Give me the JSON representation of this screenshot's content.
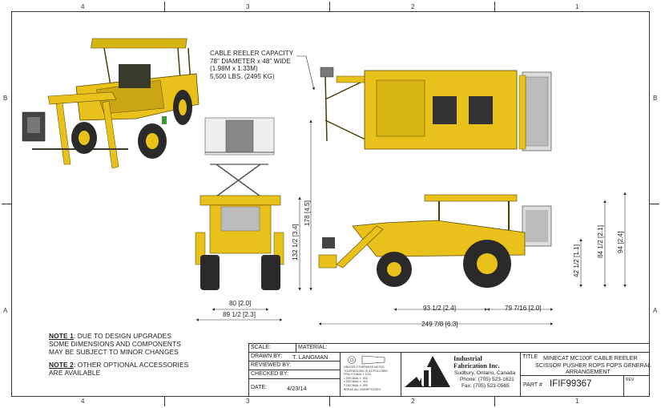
{
  "zones": {
    "top": [
      "4",
      "3",
      "2",
      "1"
    ],
    "bottom": [
      "4",
      "3",
      "2",
      "1"
    ],
    "left": [
      "B",
      "A"
    ],
    "right": [
      "B",
      "A"
    ]
  },
  "callout": {
    "line1": "CABLE REELER CAPACITY",
    "line2": "78\" DIAMETER x 48\" WIDE",
    "line3": "(1.98M x 1.33M)",
    "line4": "5,500 LBS. (2495 KG)"
  },
  "dimensions": {
    "front_inner_width": "80 [2.0]",
    "front_outer_width": "89 1/2 [2.3]",
    "lift_height_1": "132 1/2 [3.4]",
    "lift_height_2": "178 [4.5]",
    "front_overhang": "93 1/2 [2.4]",
    "rear_overhang": "79 7/16 [2.0]",
    "overall_length": "249 7/8 [6.3]",
    "deck_height": "42 1/2 [1.1]",
    "canopy_height": "84 1/2 [2.1]",
    "overall_height": "94 [2.4]"
  },
  "notes": {
    "note1_label": "NOTE 1",
    "note1_line1": ": DUE TO DESIGN UPGRADES",
    "note1_line2": "SOME DIMENSIONS AND COMPONENTS",
    "note1_line3": "MAY BE SUBJECT TO MINOR CHANGES",
    "note2_label": "NOTE 2",
    "note2_line1": ": OTHER OPTIONAL ACCESSORIES",
    "note2_line2": "ARE AVAILABLE"
  },
  "title_block": {
    "scale_label": "SCALE:",
    "material_label": "MATERIAL:",
    "drawn_by_label": "DRAWN BY:",
    "drawn_by_value": "T. LANGMAN",
    "reviewed_by_label": "REVIEWED BY:",
    "checked_by_label": "CHECKED BY:",
    "date_label": "DATE:",
    "date_value": "4/23/14",
    "tolerance_lines": [
      "UNLESS OTHERWISE NOTED",
      "TOLERANCING IS AS FOLLOWS:",
      "FRACTIONAL ± 1/16",
      "1 DECIMAL ± .030",
      "2 DECIMAL ± .010",
      "3 DECIMAL ± .005",
      "BREAK ALL SHARP EDGES"
    ],
    "company_name_1": "Industrial",
    "company_name_2": "Fabrication Inc.",
    "company_city": "Sudbury, Ontario, Canada",
    "company_phone": "Phone: (705) 523-1621",
    "company_fax": "Fax: (705) 523-0565",
    "title_label": "TITLE",
    "title_line1": "MINECAT MC100F CABLE REELER",
    "title_line2": "SCISSOR PUSHER ROPS FOPS GENERAL",
    "title_line3": "ARRANGEMENT",
    "part_label": "PART #",
    "part_number": "IFIF99367",
    "rev_label": "REV"
  },
  "colors": {
    "machine_yellow": "#e8c21a",
    "machine_dark": "#3a3a2a",
    "line": "#333333"
  }
}
